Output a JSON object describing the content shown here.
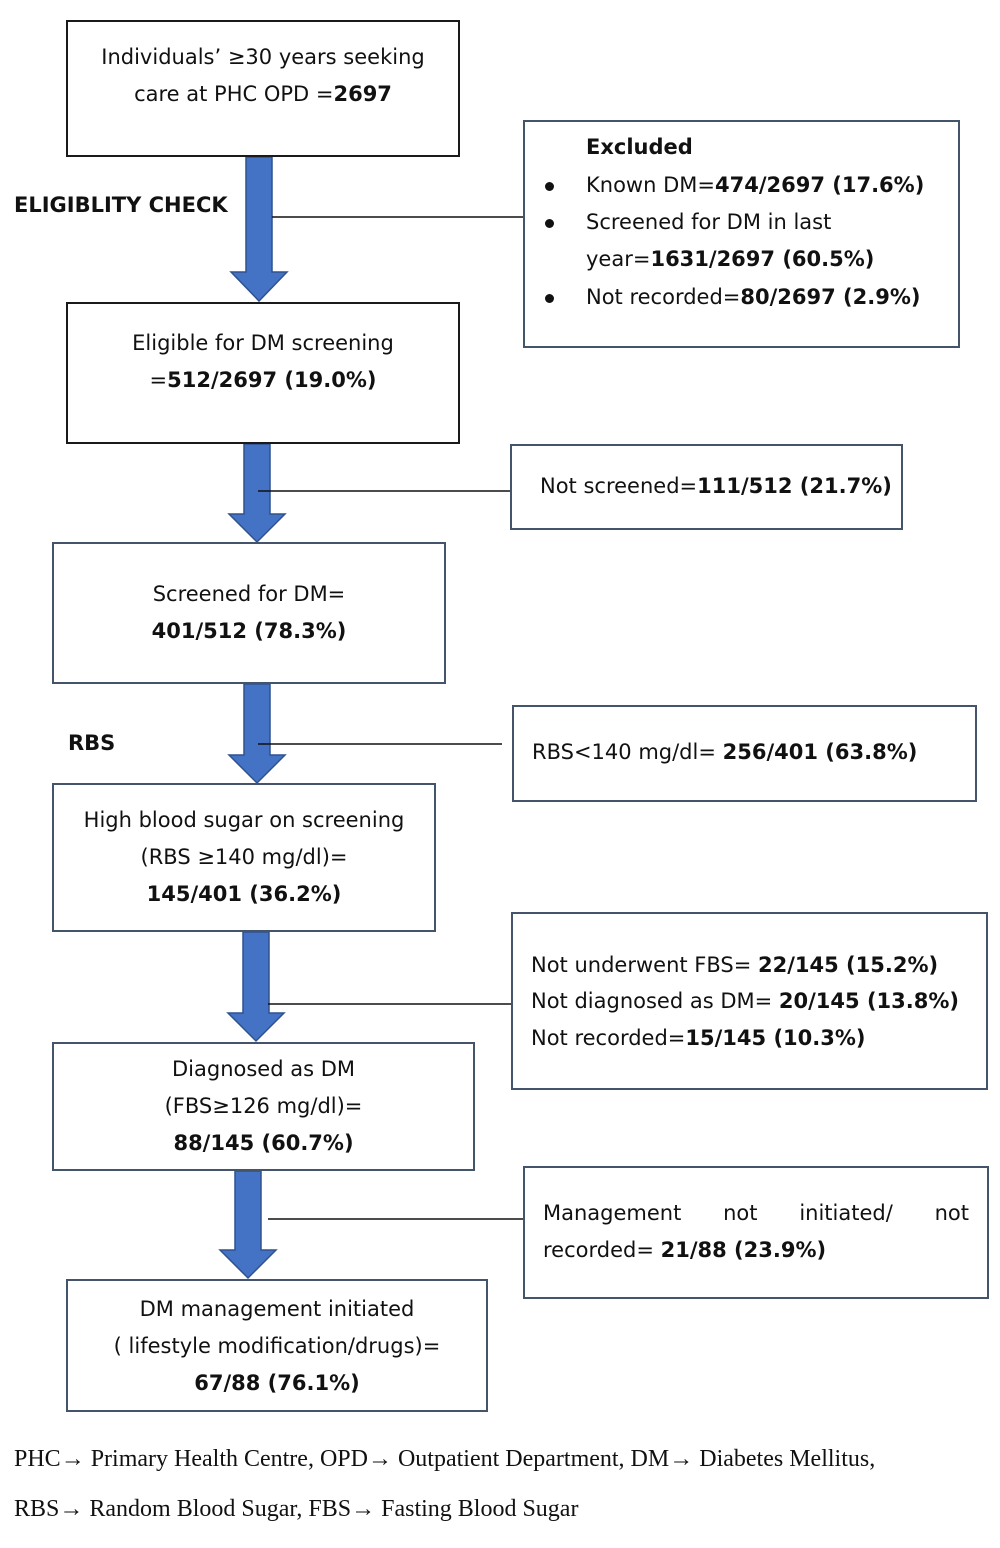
{
  "boxes": {
    "start": {
      "line1": "Individuals’ ≥30 years seeking",
      "line2_pre": "care at PHC OPD =",
      "line2_bold": "2697"
    },
    "eligible": {
      "line1": "Eligible for DM screening",
      "line2_pre": "=",
      "line2_bold": "512/2697 (19.0%)"
    },
    "screened": {
      "line1": "Screened for DM=",
      "line2_bold": "401/512 (78.3%)"
    },
    "high_sugar": {
      "line1": "High blood sugar on screening",
      "line2": "(RBS ≥140 mg/dl)=",
      "line3_bold": "145/401 (36.2%)"
    },
    "diagnosed": {
      "line1": "Diagnosed as DM",
      "line2": "(FBS≥126 mg/dl)=",
      "line3_bold": "88/145 (60.7%)"
    },
    "management": {
      "line1": "DM management initiated",
      "line2": "( lifestyle modification/drugs)=",
      "line3_bold": "67/88 (76.1%)"
    }
  },
  "stage_labels": {
    "eligibility": "ELIGIBLITY CHECK",
    "rbs": "RBS"
  },
  "side_boxes": {
    "excluded": {
      "title": "Excluded",
      "items": [
        {
          "pre": "Known DM=",
          "bold": "474/2697 (17.6%)"
        },
        {
          "pre": "Screened for DM in last",
          "pre2": "year=",
          "bold": "1631/2697 (60.5%)"
        },
        {
          "pre": "Not recorded=",
          "bold": "80/2697 (2.9%)"
        }
      ]
    },
    "not_screened": {
      "pre": "Not screened=",
      "bold": "111/512 (21.7%)"
    },
    "rbs_low": {
      "pre": "RBS<140 mg/dl= ",
      "bold": "256/401 (63.8%)"
    },
    "fbs": {
      "items": [
        {
          "pre": "Not underwent FBS= ",
          "bold": "22/145 (15.2%)"
        },
        {
          "pre": "Not diagnosed as DM= ",
          "bold": "20/145 (13.8%)"
        },
        {
          "pre": "Not recorded=",
          "bold": "15/145 (10.3%)"
        }
      ]
    },
    "not_managed": {
      "line1_words": [
        "Management",
        "not",
        "initiated/",
        "not"
      ],
      "line2_pre": "recorded= ",
      "line2_bold": "21/88 (23.9%)"
    }
  },
  "footer": {
    "line1": "PHC→ Primary Health Centre, OPD→ Outpatient Department, DM→ Diabetes Mellitus,",
    "line2": "RBS→ Random Blood Sugar, FBS→ Fasting Blood Sugar"
  },
  "colors": {
    "arrow": "#4472c4",
    "arrow_edge": "#2f528f"
  }
}
